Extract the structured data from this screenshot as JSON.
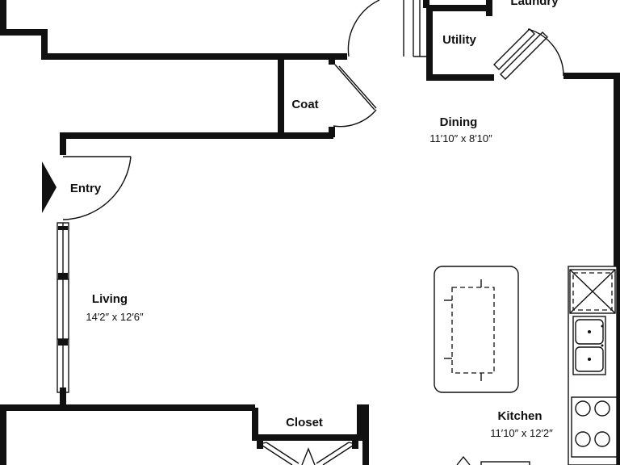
{
  "rooms": {
    "laundry": {
      "name": "Laundry"
    },
    "utility": {
      "name": "Utility"
    },
    "coat": {
      "name": "Coat"
    },
    "dining": {
      "name": "Dining",
      "dimensions": "11′10″ x 8′10″"
    },
    "entry": {
      "name": "Entry"
    },
    "living": {
      "name": "Living",
      "dimensions": "14′2″ x 12′6″"
    },
    "closet": {
      "name": "Closet"
    },
    "kitchen": {
      "name": "Kitchen",
      "dimensions": "11′10″ x 12′2″"
    }
  },
  "colors": {
    "wall": "#111111",
    "background": "#ffffff"
  }
}
